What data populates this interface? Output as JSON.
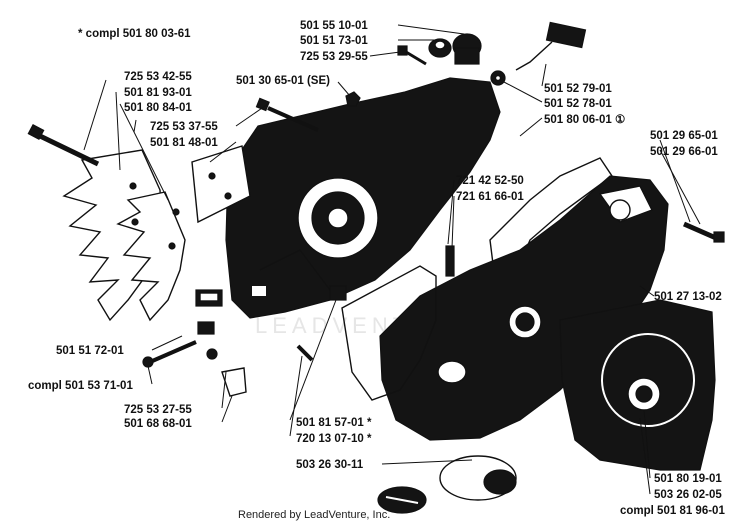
{
  "colors": {
    "ink": "#111111",
    "paper": "#ffffff",
    "watermark": "#e6e6e6"
  },
  "watermark": "LEADVENTURE",
  "footer": {
    "credit": "Rendered by LeadVenture, Inc."
  },
  "labels": {
    "compl_top": "* compl 501 80 03-61",
    "p1": "501 55 10-01",
    "p2": "501 51 73-01",
    "p3": "725 53 29-55",
    "p4": "501 30 65-01 (SE)",
    "p5": "725 53 42-55",
    "p6": "501 81 93-01",
    "p7": "501 80 84-01",
    "p8": "725 53 37-55",
    "p9": "501 81 48-01",
    "p10": "501 52 79-01",
    "p11": "501 52 78-01",
    "p12": "501 80 06-01 ①",
    "p13": "501 29 65-01",
    "p14": "501 29 66-01",
    "p15": "721 42 52-50",
    "p16": "721 61 66-01",
    "p17": "501 27 13-02",
    "p18": "501 51 72-01",
    "p19": "compl 501 53 71-01",
    "p20": "725 53 27-55",
    "p21": "501 68 68-01",
    "p22": "501 81 57-01 *",
    "p23": "720 13 07-10 *",
    "p24": "503 26 30-11",
    "p25": "501 80 19-01",
    "p26": "503 26 02-05",
    "p27": "compl 501 81 96-01"
  }
}
